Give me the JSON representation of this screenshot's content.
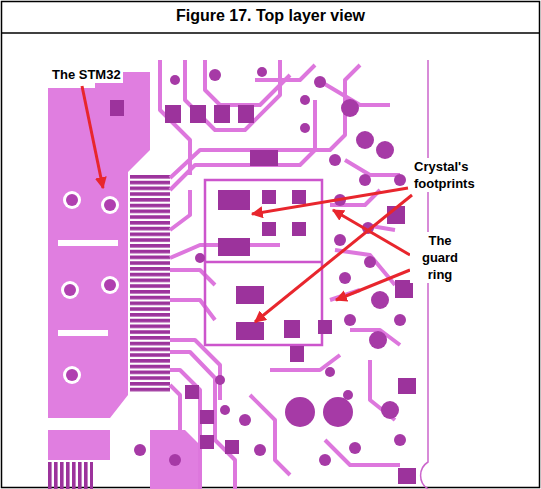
{
  "diagram": {
    "title": "Figure 17. Top layer view",
    "labels": [
      "The STM32",
      "Crystal's footprints",
      "The guard ring"
    ]
  }
}
